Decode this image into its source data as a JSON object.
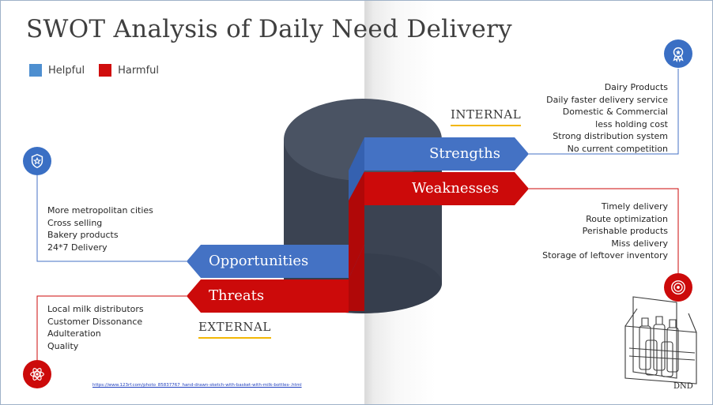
{
  "title": "SWOT Analysis of Daily Need Delivery",
  "legend": {
    "helpful": {
      "label": "Helpful",
      "color": "#4e8fd0"
    },
    "harmful": {
      "label": "Harmful",
      "color": "#d00d0d"
    }
  },
  "labels": {
    "internal": "INTERNAL",
    "external": "EXTERNAL"
  },
  "banners": {
    "strengths": "Strengths",
    "weaknesses": "Weaknesses",
    "opportunities": "Opportunities",
    "threats": "Threats"
  },
  "strengths_list": {
    "items": [
      "Dairy  Products",
      "Daily faster delivery service",
      "Domestic & Commercial",
      "less holding cost",
      "Strong distribution system",
      "No current competition"
    ]
  },
  "weaknesses_list": {
    "items": [
      "Timely delivery",
      "Route optimization",
      "Perishable products",
      "Miss delivery",
      "Storage of leftover inventory"
    ]
  },
  "opportunities_list": {
    "items": [
      "More metropolitan cities",
      "Cross selling",
      "Bakery products",
      "24*7 Delivery"
    ]
  },
  "threats_list": {
    "items": [
      "Local milk distributors",
      "Customer Dissonance",
      "Adulteration",
      "Quality"
    ]
  },
  "icons": {
    "strengths": "award-badge-icon",
    "weaknesses": "target-icon",
    "opportunities": "shield-star-icon",
    "threats": "atom-icon"
  },
  "colors": {
    "blue": "#4472c4",
    "red": "#cc0a0a",
    "cylinder": "#3b4352",
    "accent_line": "#f2b705"
  },
  "footer": {
    "link_text": "https://www.123rf.com/photo_85837767_hand-drawn-sketch-with-basket-with-milk-bottles-.html",
    "logo": "DND"
  }
}
